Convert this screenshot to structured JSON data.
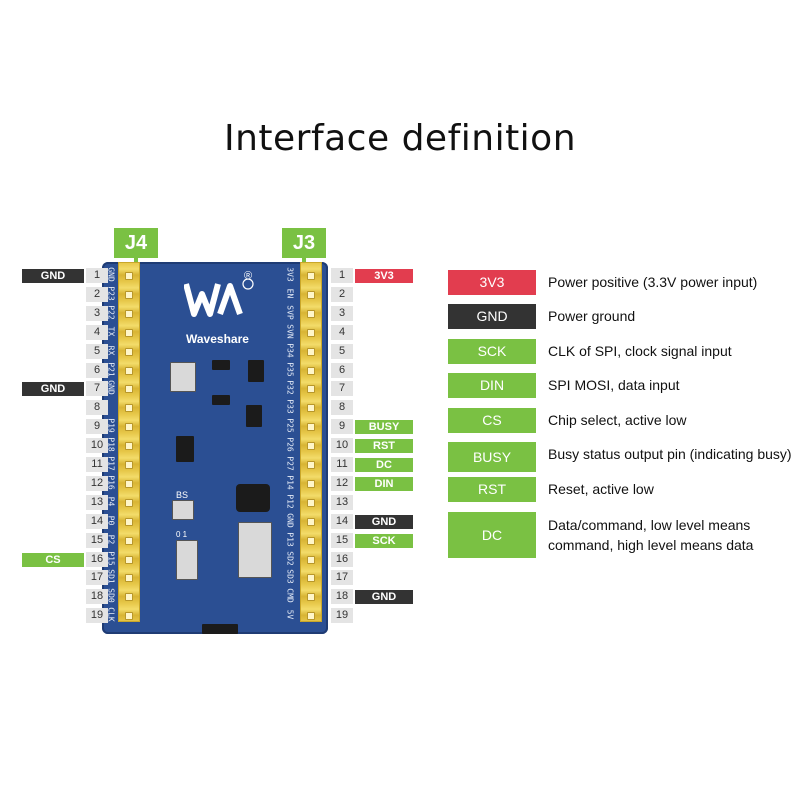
{
  "title": "Interface definition",
  "colors": {
    "green": "#7ac143",
    "red": "#e23d4f",
    "dark": "#333333",
    "board": "#2b4f93",
    "header": "#e7c84a"
  },
  "connectors": {
    "left": "J4",
    "right": "J3"
  },
  "board": {
    "brand": "Waveshare",
    "registered": "®",
    "logo": "waveshare-logo",
    "silk_bs": "BS",
    "silk_01": "0 1",
    "j4_silk": [
      "GND",
      "P23",
      "P22",
      "TX",
      "RX",
      "P21",
      "GND",
      "",
      "P19",
      "P18",
      "P17",
      "P16",
      "P4",
      "P0",
      "P2",
      "P15",
      "SD1",
      "SD0",
      "CLK"
    ],
    "j3_silk": [
      "3V3",
      "EN",
      "SVP",
      "SVN",
      "P34",
      "P35",
      "P32",
      "P33",
      "P25",
      "P26",
      "P27",
      "P14",
      "P12",
      "GND",
      "P13",
      "SD2",
      "SD3",
      "CMD",
      "5V"
    ]
  },
  "pins": [
    1,
    2,
    3,
    4,
    5,
    6,
    7,
    8,
    9,
    10,
    11,
    12,
    13,
    14,
    15,
    16,
    17,
    18,
    19
  ],
  "left_tags": [
    {
      "pin": 1,
      "label": "GND",
      "color": "#333333"
    },
    {
      "pin": 7,
      "label": "GND",
      "color": "#333333"
    },
    {
      "pin": 16,
      "label": "CS",
      "color": "#7ac143"
    }
  ],
  "right_tags": [
    {
      "pin": 1,
      "label": "3V3",
      "color": "#e23d4f"
    },
    {
      "pin": 9,
      "label": "BUSY",
      "color": "#7ac143"
    },
    {
      "pin": 10,
      "label": "RST",
      "color": "#7ac143"
    },
    {
      "pin": 11,
      "label": "DC",
      "color": "#7ac143"
    },
    {
      "pin": 12,
      "label": "DIN",
      "color": "#7ac143"
    },
    {
      "pin": 14,
      "label": "GND",
      "color": "#333333"
    },
    {
      "pin": 15,
      "label": "SCK",
      "color": "#7ac143"
    },
    {
      "pin": 18,
      "label": "GND",
      "color": "#333333"
    }
  ],
  "legend": [
    {
      "label": "3V3",
      "color": "#e23d4f",
      "desc": "Power positive (3.3V power input)"
    },
    {
      "label": "GND",
      "color": "#333333",
      "desc": "Power ground"
    },
    {
      "label": "SCK",
      "color": "#7ac143",
      "desc": "CLK of SPI, clock signal input"
    },
    {
      "label": "DIN",
      "color": "#7ac143",
      "desc": "SPI MOSI, data input"
    },
    {
      "label": "CS",
      "color": "#7ac143",
      "desc": "Chip select, active low"
    },
    {
      "label": "BUSY",
      "color": "#7ac143",
      "desc": "Busy status output pin (indicating busy)"
    },
    {
      "label": "RST",
      "color": "#7ac143",
      "desc": "Reset, active low"
    },
    {
      "label": "DC",
      "color": "#7ac143",
      "desc": "Data/command, low level means command, high level means data"
    }
  ]
}
